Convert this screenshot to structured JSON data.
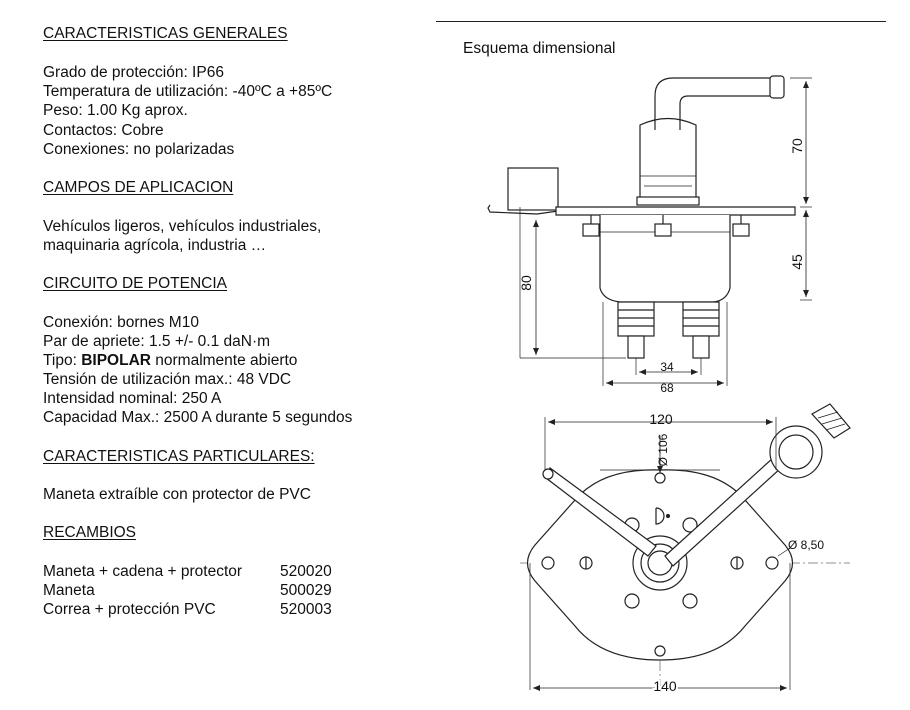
{
  "sections": {
    "general": {
      "title": "CARACTERISTICAS GENERALES",
      "lines": [
        "Grado de protección: IP66",
        "Temperatura de utilización: -40ºC a +85ºC",
        "Peso: 1.00 Kg aprox.",
        "Contactos: Cobre",
        "Conexiones: no polarizadas"
      ]
    },
    "application": {
      "title": "CAMPOS DE APLICACION",
      "lines": [
        "Vehículos ligeros, vehículos industriales,",
        "maquinaria agrícola, industria …"
      ]
    },
    "power": {
      "title": "CIRCUITO DE POTENCIA",
      "lines": [
        "Conexión: bornes M10",
        "Par de apriete: 1.5 +/- 0.1 daN·m"
      ],
      "type_prefix": "Tipo: ",
      "type_bold": "BIPOLAR",
      "type_suffix": " normalmente abierto",
      "lines_after": [
        "Tensión de utilización max.: 48 VDC",
        "Intensidad nominal: 250 A",
        "Capacidad Max.: 2500 A durante 5 segundos"
      ]
    },
    "particular": {
      "title": "CARACTERISTICAS PARTICULARES:",
      "lines": [
        "Maneta extraíble con protector de PVC"
      ]
    },
    "spares": {
      "title": "RECAMBIOS",
      "items": [
        {
          "name": "Maneta + cadena + protector",
          "code": "520020"
        },
        {
          "name": "Maneta",
          "code": "500029"
        },
        {
          "name": "Correa + protección PVC",
          "code": "520003"
        }
      ]
    }
  },
  "drawing": {
    "title": "Esquema dimensional",
    "side_view_dims": {
      "height_upper": "70",
      "height_lower": "45",
      "height_total": "80",
      "terminal_spacing": "34",
      "terminal_width": "68"
    },
    "top_view_dims": {
      "width_top": "120",
      "diameter": "Ø 106",
      "hole_diameter": "Ø 8,50",
      "width_bottom": "140"
    }
  }
}
